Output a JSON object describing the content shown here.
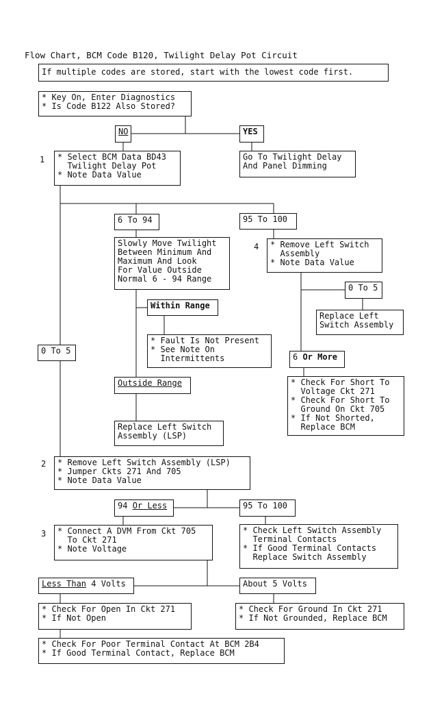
{
  "title": "Flow Chart, BCM Code B120, Twilight Delay Pot Circuit",
  "note": "If multiple codes are stored, start with the lowest code first.",
  "start": "* Key On, Enter Diagnostics\n* Is Code B122 Also Stored?",
  "no": "NO",
  "yes": "YES",
  "goto_twilight": "Go To Twilight Delay\nAnd Panel Dimming",
  "step1_num": "1",
  "step1": "* Select BCM Data BD43\n  Twilight Delay Pot\n* Note Data Value",
  "r6to94": "6 To 94",
  "r95to100": "95 To 100",
  "slowly": "Slowly Move Twilight\nBetween Minimum And\nMaximum And Look\nFor Value Outside\nNormal 6 - 94 Range",
  "step4_num": "4",
  "step4": "* Remove Left Switch\n  Assembly\n* Note Data Value",
  "r0to5_right": "0 To 5",
  "replace_lsa_right": "Replace Left\nSwitch Assembly",
  "within": "Within Range",
  "fault": "* Fault Is Not Present\n* See Note On\n  Intermittents",
  "r0to5_left": "0 To 5",
  "six_plain": "6 ",
  "six_bold": "Or More",
  "check_short": "* Check For Short To\n  Voltage Ckt 271\n* Check For Short To\n  Ground On Ckt 705\n* If Not Shorted,\n  Replace BCM",
  "outside": "Outside Range",
  "replace_lsp": "Replace Left Switch\nAssembly (LSP)",
  "step2_num": "2",
  "step2": "* Remove Left Switch Assembly (LSP)\n* Jumper Ckts 271 And 705\n* Note Data Value",
  "lbl94_plain": "94 ",
  "lbl94_ul": "Or Less",
  "lbl95": "95 To 100",
  "step3_num": "3",
  "step3": "* Connect A DVM From Ckt 705\n  To Ckt 271\n* Note Voltage",
  "check_lsa": "* Check Left Switch Assembly\n  Terminal Contacts\n* If Good Terminal Contacts\n  Replace Switch Assembly",
  "less_ul": "Less Than",
  "less_plain": " 4 Volts",
  "about5": "About 5 Volts",
  "check_open": "* Check For Open In Ckt 271\n* If Not Open",
  "check_ground": "* Check For Ground In Ckt 271\n* If Not Grounded, Replace BCM",
  "check_poor": "* Check For Poor Terminal Contact At BCM 2B4\n* If Good Terminal Contact, Replace BCM"
}
